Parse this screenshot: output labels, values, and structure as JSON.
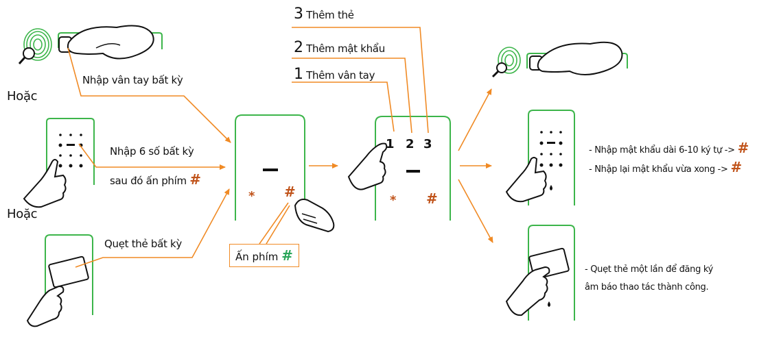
{
  "or_label": "Hoặc",
  "fingerprint_label": "Nhập vân tay bất kỳ",
  "code_label_line1": "Nhập 6 số bất kỳ",
  "code_label_line2": "sau đó ấn phím",
  "card_label": "Quẹt thẻ bất kỳ",
  "press_hash_label": "Ấn phím",
  "hash_symbol": "#",
  "star_symbol": "*",
  "keypad_digits": [
    "1",
    "2",
    "3"
  ],
  "menu": [
    {
      "num": "3",
      "text": "Thêm thẻ"
    },
    {
      "num": "2",
      "text": "Thêm mật khẩu"
    },
    {
      "num": "1",
      "text": "Thêm vân tay"
    }
  ],
  "password_notes": [
    "- Nhập mật khẩu dài 6-10 ký tự  ->",
    "- Nhập lại mật khẩu vừa xong ->"
  ],
  "card_note_line1": "- Quẹt thẻ một  lần để đăng ký",
  "card_note_line2": "âm báo thao tác thành công.",
  "colors": {
    "accent_orange": "#f08a24",
    "device_green": "#3cb54a",
    "hash_red": "#c0531a",
    "hash_green": "#2aa65a",
    "ink": "#111111"
  }
}
